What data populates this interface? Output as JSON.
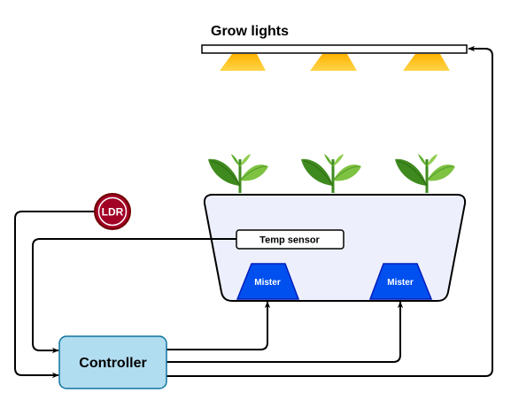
{
  "title": "Grow lights",
  "controller": {
    "label": "Controller",
    "fill": "#b1ddf0",
    "stroke": "#10739e"
  },
  "ldr": {
    "label": "LDR",
    "fill": "#a20025",
    "stroke": "#6f0000"
  },
  "temp_sensor": {
    "label": "Temp sensor"
  },
  "misters": [
    {
      "label": "Mister"
    },
    {
      "label": "Mister"
    }
  ],
  "colors": {
    "mister_fill": "#0050ef",
    "mister_stroke": "#001dbc",
    "tank_fill": "#edf0fc",
    "light_cone": "#ffc20e",
    "leaf_dark": "#3f8a1e",
    "leaf_light": "#7ec242",
    "line": "#000000"
  },
  "icons": {
    "light": "grow-light-icon",
    "plant": "plant-icon",
    "arrow": "arrowhead-icon"
  }
}
